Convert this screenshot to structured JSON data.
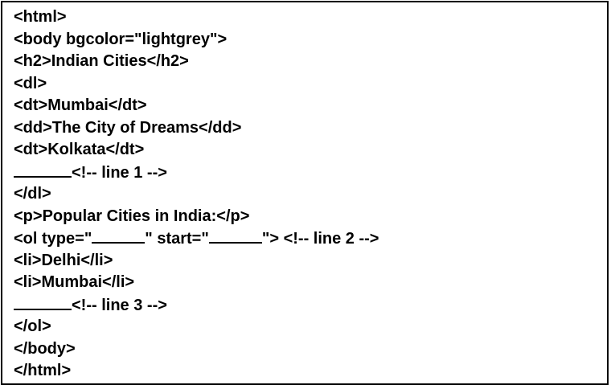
{
  "lines": [
    "<html>",
    "<body bgcolor=\"lightgrey\">",
    "<h2>Indian Cities</h2>",
    "<dl>",
    "<dt>Mumbai</dt>",
    "<dd>The City of Dreams</dd>",
    "<dt>Kolkata</dt>",
    "<!-- line 1 -->",
    "</dl>",
    "<p>Popular Cities in India:</p>",
    "<ol type=\"",
    "\" start=\"",
    "\"> <!-- line 2 -->",
    "<li>Delhi</li>",
    "<li>Mumbai</li>",
    "<!-- line 3 -->",
    "</ol>",
    "</body>",
    "</html>"
  ]
}
